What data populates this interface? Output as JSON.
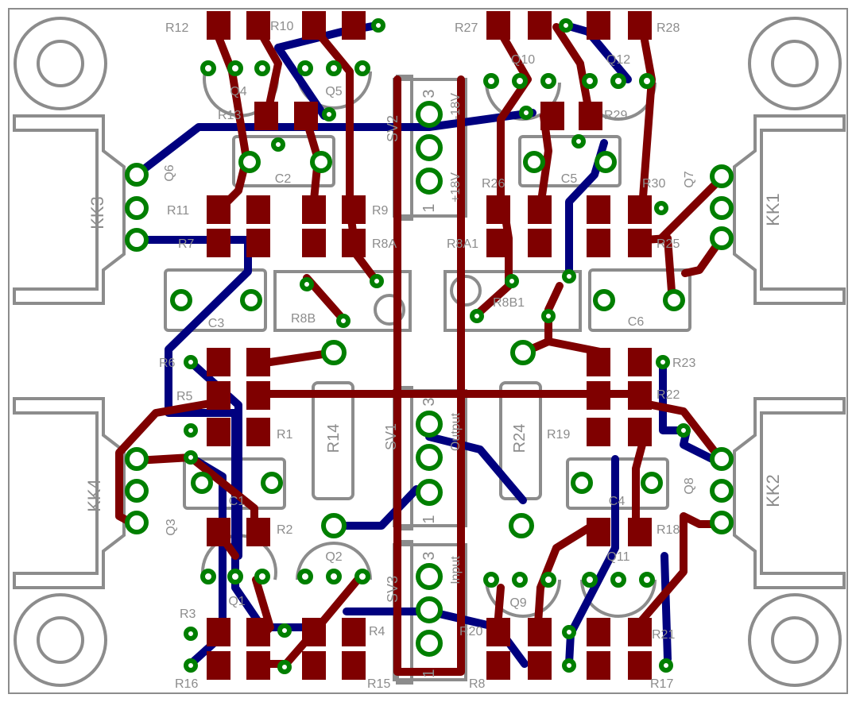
{
  "colors": {
    "background": "#ffffff",
    "silkscreen": "#8c8c8c",
    "top_copper": "#7f0000",
    "bottom_copper": "#00007f",
    "via_ring": "#007f00",
    "label": "#8c8c8c"
  },
  "board_labels": {
    "heatsinks": [
      "KK3",
      "KK1",
      "KK4",
      "KK2"
    ],
    "connectors": [
      "SV2",
      "SV1",
      "SV3"
    ],
    "connector_pins": [
      "3",
      "1"
    ],
    "connector_notes": [
      "-18V",
      "+18V",
      "Output",
      "Input"
    ],
    "transistors": [
      "Q4",
      "Q5",
      "Q10",
      "Q12",
      "Q6",
      "Q7",
      "Q3",
      "Q8",
      "Q1",
      "Q2",
      "Q9",
      "Q11"
    ],
    "resistors": [
      "R12",
      "R10",
      "R27",
      "R28",
      "R13",
      "R29",
      "R11",
      "R9",
      "R26",
      "R30",
      "R7",
      "R8A",
      "R8A1",
      "R25",
      "R8B",
      "R8B1",
      "R6",
      "R23",
      "R5",
      "R22",
      "R1",
      "R19",
      "R14",
      "R24",
      "R2",
      "R18",
      "R3",
      "R4",
      "R20",
      "R21",
      "R16",
      "R15",
      "R8",
      "R17"
    ],
    "capacitors": [
      "C2",
      "C5",
      "C3",
      "C6",
      "C1",
      "C4"
    ]
  }
}
